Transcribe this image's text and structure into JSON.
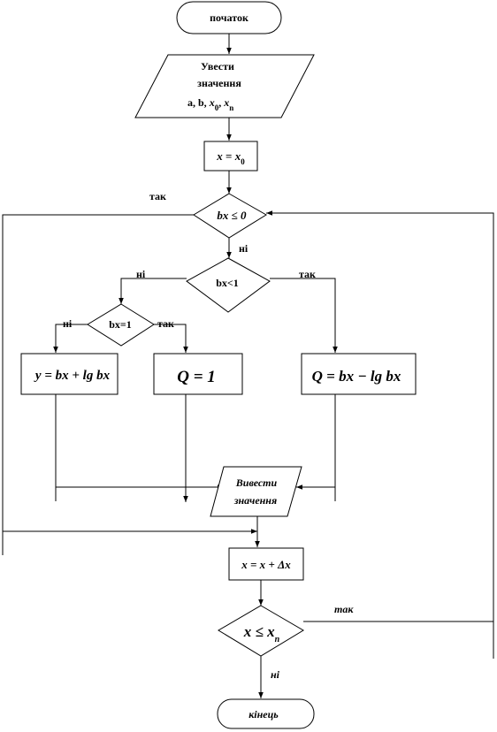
{
  "diagram": {
    "start": "початок",
    "input": {
      "line1": "Увести",
      "line2": "значення",
      "line3_prefix": "a, b, ",
      "x0_base": "x",
      "x0_sub": "0",
      "sep": ", ",
      "xn_base": "x",
      "xn_sub": "n"
    },
    "assign_x0": {
      "lhs": "x",
      "eq": " = ",
      "rhs_base": "x",
      "rhs_sub": "0"
    },
    "cond_bx_le0": "bx ≤ 0",
    "cond_bx_lt1": "bx<1",
    "cond_bx_eq1": "bx=1",
    "block_y": "y = bx + lg bx",
    "block_q1": "Q = 1",
    "block_q2": "Q = bx − lg bx",
    "output_line1": "Вивести",
    "output_line2": "значення",
    "increment": "x = x + Δx",
    "cond_x_le_xn_base": "x ≤ x",
    "cond_x_le_xn_sub": "n",
    "end": "кінець",
    "labels": {
      "tak_top": "так",
      "ni_1": "ні",
      "ni_2": "ні",
      "tak_2": "так",
      "ni_3": "ні",
      "tak_3": "так",
      "tak_loop": "так",
      "ni_end": "ні"
    }
  }
}
